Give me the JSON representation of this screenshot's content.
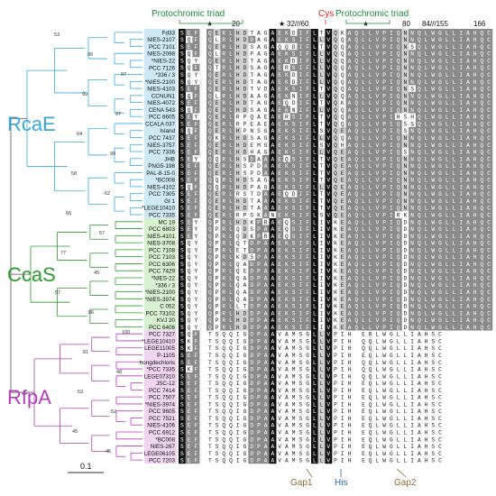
{
  "annotations": {
    "protochromic_left": "Protochromic triad",
    "protochromic_right": "Protochromic triad",
    "cys": "Cys",
    "his": "His",
    "gap1": "Gap1",
    "gap2": "Gap2"
  },
  "positions": {
    "p20": "20",
    "p32_60": "32///60",
    "p80": "80",
    "p84_155": "84///155",
    "p166": "166"
  },
  "star": "★",
  "scale_label": "0.1",
  "groups": [
    {
      "label": "RcaE",
      "color": "#3aa9e0",
      "bg": "#cde9f6"
    },
    {
      "label": "CcaS",
      "color": "#2e9b2e",
      "bg": "#d7f0cf"
    },
    {
      "label": "RfpA",
      "color": "#b23fb8",
      "bg": "#f1d4f1"
    }
  ],
  "taxa": [
    {
      "name": "Fd33",
      "group": 0
    },
    {
      "name": "NIES-2107",
      "group": 0
    },
    {
      "name": "PCC 7101",
      "group": 0
    },
    {
      "name": "NIES-2098",
      "group": 0
    },
    {
      "name": "*NIES-22",
      "group": 0
    },
    {
      "name": "PCC 7126",
      "group": 0
    },
    {
      "name": "*336 / 3",
      "group": 0
    },
    {
      "name": "*NIES-2100",
      "group": 0
    },
    {
      "name": "NIES-4103",
      "group": 0
    },
    {
      "name": "CCNUN1",
      "group": 0
    },
    {
      "name": "NIES-4072",
      "group": 0
    },
    {
      "name": "CENA 543",
      "group": 0
    },
    {
      "name": "PCC 6605",
      "group": 0
    },
    {
      "name": "CCALA 037",
      "group": 0
    },
    {
      "name": "Island",
      "group": 0
    },
    {
      "name": "PCC 7437",
      "group": 0
    },
    {
      "name": "NIES-3757",
      "group": 0
    },
    {
      "name": "PCC 7336",
      "group": 0
    },
    {
      "name": "JHB",
      "group": 0
    },
    {
      "name": "PNG5-198",
      "group": 0
    },
    {
      "name": "PAL-8-15-0",
      "group": 0
    },
    {
      "name": "*BC008",
      "group": 0
    },
    {
      "name": "NIES-4102",
      "group": 0
    },
    {
      "name": "PCC 7305",
      "group": 0
    },
    {
      "name": "GI 1",
      "group": 0
    },
    {
      "name": "*LEGE10410",
      "group": 0
    },
    {
      "name": "PCC 7335",
      "group": 0
    },
    {
      "name": "MC 19",
      "group": 1
    },
    {
      "name": "PCC 6803",
      "group": 1
    },
    {
      "name": "NIES-4101",
      "group": 1
    },
    {
      "name": "NIES-3708",
      "group": 1
    },
    {
      "name": "PCC 7108",
      "group": 1
    },
    {
      "name": "PCC 7103",
      "group": 1
    },
    {
      "name": "PCC 6306",
      "group": 1
    },
    {
      "name": "PCC 7429",
      "group": 1
    },
    {
      "name": "*NIES-22",
      "group": 1
    },
    {
      "name": "*336 / 3",
      "group": 1
    },
    {
      "name": "*NIES-2100",
      "group": 1
    },
    {
      "name": "*NIES-3974",
      "group": 1
    },
    {
      "name": "C 052",
      "group": 1
    },
    {
      "name": "PCC 73102",
      "group": 1
    },
    {
      "name": "KVJ 20",
      "group": 1
    },
    {
      "name": "PCC 6406",
      "group": 1
    },
    {
      "name": "PCC 7327",
      "group": 2
    },
    {
      "name": "*LEGE10410",
      "group": 2
    },
    {
      "name": "LEGE11005",
      "group": 2
    },
    {
      "name": "P-1105",
      "group": 2
    },
    {
      "name": "hongdechloris",
      "group": 2
    },
    {
      "name": "*PCC 7335",
      "group": 2
    },
    {
      "name": "LEGE07310",
      "group": 2
    },
    {
      "name": "JSC-12",
      "group": 2
    },
    {
      "name": "PCC 7414",
      "group": 2
    },
    {
      "name": "PCC 7507",
      "group": 2
    },
    {
      "name": "*NIES-3974",
      "group": 2
    },
    {
      "name": "PCC 9605",
      "group": 2
    },
    {
      "name": "PCC 7521",
      "group": 2
    },
    {
      "name": "NIES-4106",
      "group": 2
    },
    {
      "name": "PCC 6912",
      "group": 2
    },
    {
      "name": "*BC008",
      "group": 2
    },
    {
      "name": "NIES-267",
      "group": 2
    },
    {
      "name": "LEGE06105",
      "group": 2
    },
    {
      "name": "PCC 7203",
      "group": 2
    }
  ],
  "bootstrap": [
    "53",
    "89",
    "97",
    "99",
    "97",
    "64",
    "99",
    "58",
    "62",
    "66",
    "57",
    "77",
    "45",
    "57",
    "86",
    "100",
    "81",
    "48",
    "53",
    "52",
    "45",
    "45"
  ],
  "alignment": [
    "SEF-QERLHDTAGAEKDIFLTVQKAQLLVPIQNNQLWGLLIAHQC",
    "SQF-QLRLHDDAGAEKSIFLLVQQAQLLVPIQNNQLWGLLIAHQC",
    "SEF-QERLHDSAGAQQDIFLTVQQAQLLVPIQNSQLWGLLIAHQC",
    "SQF-QLRLHDPAGAEKSIFLLVQQAQLLVPIQNNQLWGLLIAHQC",
    "SQY-QERLHDTAGAEKDIFLLVQQAQLLVPIQNNQLWGLLIAHQC",
    "SQF-QTRLHDSAGAERSIFLLVQQAQLLVPIQNNQLWGLLIAHQC",
    "SQY-QERLHDTAGAEKDIFLLVQQAQLLVPIQNNQLWGLLIAHQC",
    "SQY-QERLHDTAGAEKDIFLLVQQAQLLVPIQNNQLWGLLIAHQC",
    "SEF-QERLHDTVDAEKSIFLTVQQAQLLVPIQNSQLWGLLIAHQC",
    "SQF-QLRLHDAAGAEKNIFLLVQQAQLLVPIQNNQLWGLLIAHQC",
    "SEF-QERLHDTAGAEQDIFLTVQKAQLLVPIQNNQLWGLLIAHQC",
    "SQF-QERLHDSAGAEKNIFLLVQQAQLLVPIQNNQLWGLLIAHQC",
    "SEY-QERLRPQAEAERSIFLTVQQAQLLVPIHSHQLWGLLIAHQC",
    "SEF-QERLRPEAEAEKSIFLTVQQAQLLVPIQSSQLWGLLIAHQC",
    "SQF-QERLHPNSGAEKSIFLSVQEAQLLVPIQSNQLWGLLIAHQC",
    "SEF-QKRLHDSAGAEKSIFLLVQQAQLLVPIQNNQLWGLLIAHQC",
    "SEF-QERLHDEMGAEKSIFLSVQHAQLLVPIQNNQLWGLLIAHQC",
    "SEF-QERLHDHAGAEKSIFLLVQEAQLLVPIQSNQLWGLLIAHQC",
    "SEY-QQRLHSDAAAEQSIFLTVQEAQLLVPIQNNQLWGLLIAHQC",
    "SEF-QERLHSPDAAEKSIFLTVQEAQLLVPIQNNQLWGLLIAHQC",
    "SEF-QERLHSPDAAEKSIFLTVQEAQLLVPIQNNQLWGLLIAHQC",
    "SEF-QQRLHDSAGAEKSIFLTVQEAQLLVPIQNNQLWGLLIAHQC",
    "SQF-QQRLHDPAGAEKSIFLLVQEAQLLVPIQNNQLWGLLIAHQC",
    "SEF-QERLRSTDAAEQDIFLTVQEAQLLVPIQNNQLWGLLIAHQC",
    "SEF-QERLHDTAAAEKSIFLTVQEAQLLVPIQNNQLWGLLIAHQC",
    "SEF-QERLHDTAAAEKSIFLTVQEAQLLVPIQNNQLWGLLIAHQC",
    "SEF-QERLRPSKANEKSIFLSVQEAQLLVPIRKNQLWGLLIAHQC",
    "SEY-QPRLHDKPRAEQSIFLIVKEAQLLVPIQDNQLWGLLIAHQC",
    "SEY-QPRLQDSPAAEQSIFLIVKEAQLLVPIQDNQLWGLLIAHQC",
    "SEY-QPRLQDKPRAEQSIFLIVKEAQLLVPIQDNQLWGLLIAHQC",
    "SQY-QPRLQTDPAAEKSIFLIVKEAQLLVPIQDNQLWGLLIAHQC",
    "SQY-QPRLETDPAAEKSIFLIVKEAQLLVPIQDNQLWGLLIAHQC",
    "SQY-QPRLKDSPAAEKSIFLIVKEAQLLVPIQDNQLWGLLIAHQC",
    "SQY-QPRLQADPAAEKSIFLIVKEAQLLVPIQDNQLWGLLIAHQC",
    "SQY-QPRLQEDPAAEKSIFLIVKEAQLLVPIQDNQLWGLLIAHQC",
    "SQY-QPRLQADPAAEKSIFLIVKEAQLLVPIQDNQLWGLLIAHQC",
    "SQY-QPRLQADPAAEKSIFLIVKEAQLLVPIQDNQLWGLLIAHQC",
    "SQY-QPRLQADPAAEKSIFLIVKEAQLLVPIQDNQLWGLLIAHQC",
    "SQY-QPRLQADPAAEKSIFLIVKEAQLLVPIQDNQLWGLLIAHQC",
    "SQY-QPRLLTDPAAEKSIFLIVKEAQLLVPIQDNQLWGLLIAHQC",
    "SQY-QPRLHDDPAAEKSIFLIVKEAQLLVPIQDNQLWGLLIAHQC",
    "SQY-QPRLHDDPAAEKSIFLIVKEAQLLVPIQDNQLWGLLIAHQC",
    "SQY-QPRLHDDPAAEKSIFLIVKEAQLLVPIQDNQLWGLLIAHQC",
    "SQF-TSQQIGDPAAVAMSGLLVPIH-ERLWGLLIAHSC",
    "SKF-TSQQIGDPAAVAMSGLLVPIH-QQLWGLLIAHSC",
    "SKF-TSQQIGDPAAVAMSGLLVPIH-QQLWGLLIAHSC",
    "SEF-TSQQIGDPAAVAMSGLLVPIH-EQLWGLLIAHSC",
    "SEF-TSQQIGDPAAVAMSGLLVPIH-QQLWGLLIAHSC",
    "SKF-TSQQIGDPAAVAMSGLLVPIH-QQLWGLLIAHSC",
    "SEF-TSQQIGDPAAVAMSGLLVPIH-QQLWGLLIAHSC",
    "SEF-TSQQIGDPAAVAMSGLLVPIH-EQLWGLLIAHSC",
    "SEF-TSQQIGDPAAVAMSGLLVPIH-EQLWGLLIAHSC",
    "SEF-TSQQIGDPAAVAMSGLLVPIH-EQLWGLLIAHSC",
    "SEF-TSQQIGDPAAVAMSGLLVPIH-EQLWGLLIAHSC",
    "SEF-TSQQIGDPAAVAMSGLLVPIH-EQLWGLLIAHSC",
    "SEF-TSQQIGDPAAVAMSGLLVPIH-EQLWGLLIAHSC",
    "SEF-TSQQIGDPAAVAMSGLLVPIH-EQLWGLLIAHSC",
    "SEF-TSQQIGDPAAVAMSGLLVPIH-EQLWGLLIAHSC",
    "SEF-TSQQIGDPAAVAMSGLLVPIH-EQLWGLLIAHSC",
    "SEF-TSQQIGDPAAVAMSGLLVPIH-EQLWGLLIAHSC",
    "SEF-TSQQIGDPAAVAMSGLLVPIH-EQLWGLLIAHSC",
    "SEF-TSQQIGDPAAVAMSGLLVPIH-EQLWGLLIAHSC"
  ],
  "colors": {
    "conserved": "#111111",
    "similar": "#8a8a8a",
    "weak": "#cfcfcf",
    "annot_green": "#1e8a3c",
    "annot_red": "#e0201a",
    "annot_blue": "#2a62b0",
    "annot_brown": "#8a6a3a"
  }
}
